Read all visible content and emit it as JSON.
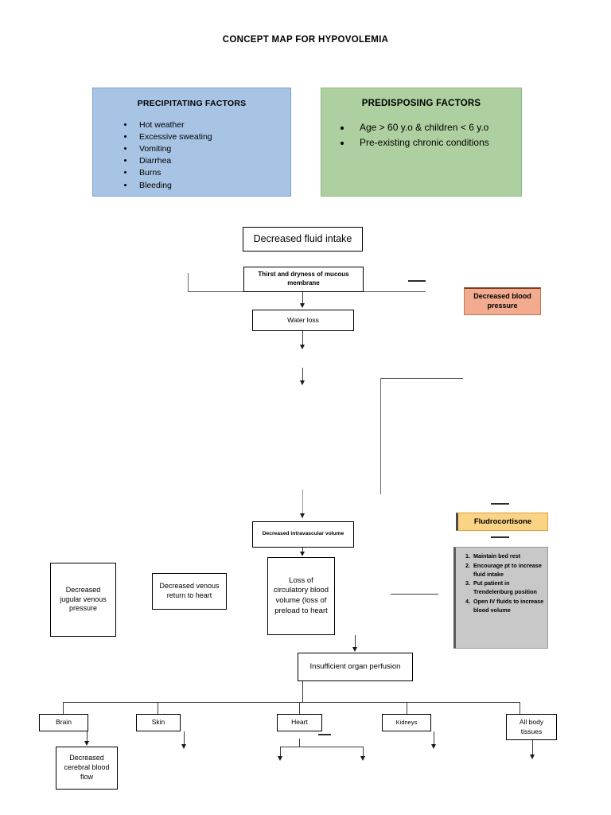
{
  "title": "CONCEPT MAP FOR HYPOVOLEMIA",
  "panels": {
    "precipitating": {
      "title": "PRECIPITATING FACTORS",
      "items": [
        "Hot weather",
        "Excessive sweating",
        "Vomiting",
        "Diarrhea",
        "Burns",
        "Bleeding"
      ],
      "color": "#a8c4e5"
    },
    "predisposing": {
      "title": "PREDISPOSING FACTORS",
      "items": [
        "Age > 60 y.o & children < 6 y.o",
        "Pre-existing chronic conditions"
      ],
      "color": "#aed0a0"
    }
  },
  "nodes": {
    "fluid_intake": "Decreased fluid intake",
    "thirst": "Thirst and dryness of mucous membrane",
    "water_loss": "Water loss",
    "intravascular": "Decreased intravascular volume",
    "circulatory": "Loss of circulatory blood volume (loss of preload to heart",
    "jugular": "Decreased jugular venous pressure",
    "venous_return": "Decreased venous return to heart",
    "perfusion": "Insufficient organ perfusion",
    "cerebral": "Decreased cerebral blood flow",
    "blood_pressure": "Decreased blood pressure",
    "fludrocortisone": "Fludrocortisone"
  },
  "organs": [
    {
      "label": "Brain"
    },
    {
      "label": "Skin"
    },
    {
      "label": "Heart"
    },
    {
      "label": "Kidneys"
    },
    {
      "label": "All body tissues"
    }
  ],
  "interventions": {
    "items": [
      "Maintain bed rest",
      "Encourage pt to increase fluid intake",
      "Put patient in Trendelenburg position",
      "Open IV fluids to increase blood volume"
    ],
    "color": "#c8c8c8"
  },
  "colors": {
    "blood_pressure_fill": "#f2ab8e",
    "fludrocortisone_fill": "#fbd384",
    "interventions_fill": "#c8c8c8",
    "line": "#3a3a3a"
  }
}
